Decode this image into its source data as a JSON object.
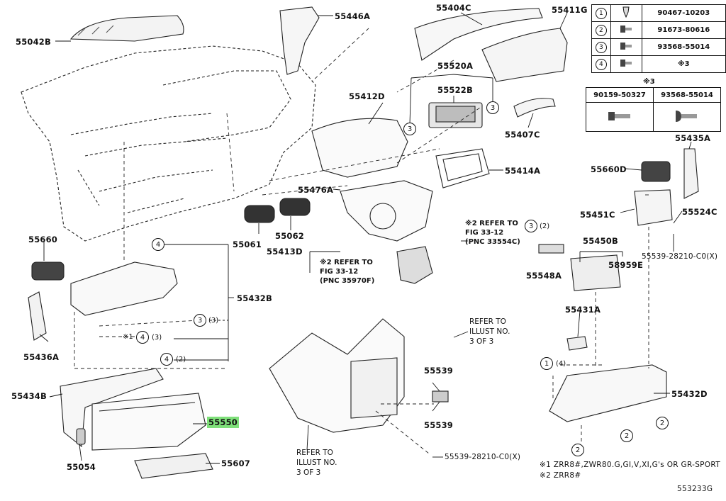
{
  "labels": {
    "p55042B": "55042B",
    "p55446A": "55446A",
    "p55404C": "55404C",
    "p55411G": "55411G",
    "p55520A": "55520A",
    "p55522B": "55522B",
    "p55412D": "55412D",
    "p55407C": "55407C",
    "p55414A": "55414A",
    "p55476A": "55476A",
    "p55660D": "55660D",
    "p55435A": "55435A",
    "p55451C": "55451C",
    "p55524C": "55524C",
    "p55539_28210_C0X_top": "55539-28210-C0(X)",
    "p55660": "55660",
    "p55061": "55061",
    "p55062": "55062",
    "p55413D": "55413D",
    "p55450B": "55450B",
    "p55548A": "55548A",
    "p58959E": "58959E",
    "p55432B": "55432B",
    "p55431A": "55431A",
    "p55436A": "55436A",
    "p55434B": "55434B",
    "p55539a": "55539",
    "p55539b": "55539",
    "p55432D": "55432D",
    "p55550": "55550",
    "p55054": "55054",
    "p55607": "55607",
    "p55539_28210_C0X_bot": "55539-28210-C0(X)"
  },
  "notes": {
    "refer_fig_a_line1": "※2 REFER TO",
    "refer_fig_a_line2": "FIG 33-12",
    "refer_fig_a_line3": "(PNC 33554C)",
    "refer_fig_b_line1": "※2 REFER TO",
    "refer_fig_b_line2": "FIG 33-12",
    "refer_fig_b_line3": "(PNC 35970F)",
    "refer_illust_a_line1": "REFER TO",
    "refer_illust_a_line2": "ILLUST NO.",
    "refer_illust_a_line3": "3 OF 3",
    "refer_illust_b_line1": "REFER TO",
    "refer_illust_b_line2": "ILLUST NO.",
    "refer_illust_b_line3": "3 OF 3"
  },
  "callouts": {
    "c4_top": "4",
    "c3_mid": "3",
    "q3_mid": "(3)",
    "star1": "※1",
    "c4_mid": "4",
    "q3_mid2": "(3)",
    "c4_low": "4",
    "q2_low": "(2)",
    "c3_left": "3",
    "c3_right": "3",
    "c3_548": "3",
    "q2_548": "(2)",
    "c1_bottom": "1",
    "q4_bottom": "(4)",
    "c2_a": "2",
    "c2_b": "2",
    "c2_c": "2"
  },
  "fastener_table": {
    "rows": [
      {
        "num": "1",
        "part": "90467-10203"
      },
      {
        "num": "2",
        "part": "91673-80616"
      },
      {
        "num": "3",
        "part": "93568-55014"
      },
      {
        "num": "4",
        "part": "※3"
      }
    ]
  },
  "note3_table": {
    "header": "※3",
    "parts": [
      "90159-50327",
      "93568-55014"
    ]
  },
  "footnotes": {
    "line1": "※1 ZRR8#,ZWR80.G,GI,V,XI,G's OR GR-SPORT",
    "line2": "※2 ZRR8#"
  },
  "figure_id": "553233G",
  "colors": {
    "highlight": "#7fe07a",
    "ink": "#111111"
  }
}
